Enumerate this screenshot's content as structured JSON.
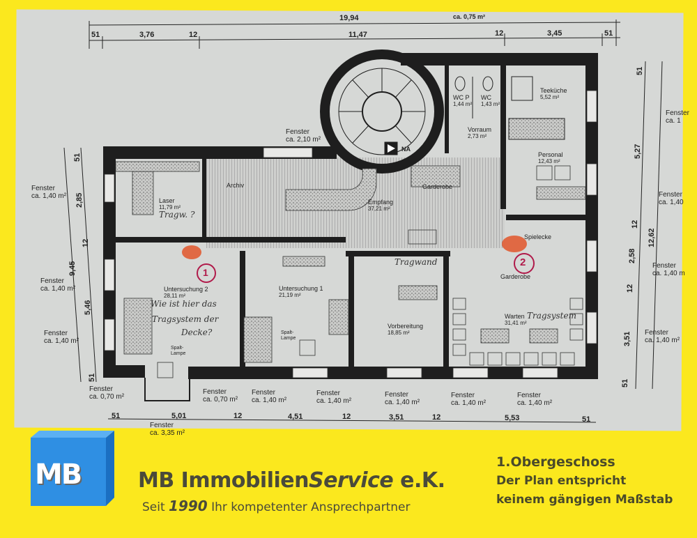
{
  "floorplan": {
    "title": "1.Obergeschoss",
    "dimensions_top": {
      "total": "19,94",
      "window_note": "ca. 0,75 m²",
      "segments": [
        "51",
        "3,76",
        "12",
        "11,47",
        "12",
        "3,45",
        "51"
      ]
    },
    "dimensions_left": {
      "total": "9,45",
      "segments": [
        "51",
        "2,85",
        "12",
        "5,46",
        "51"
      ]
    },
    "dimensions_right": {
      "total": "12,62",
      "segments": [
        "51",
        "5,27",
        "12",
        "2,58",
        "12",
        "3,51",
        "51"
      ]
    },
    "dimensions_bottom": {
      "segments": [
        "51",
        "5,01",
        "12",
        "4,51",
        "12",
        "3,51",
        "12",
        "5,53",
        "51"
      ]
    },
    "windows": {
      "top_center": {
        "label": "Fenster",
        "area": "ca. 2,10 m²"
      },
      "left": [
        {
          "label": "Fenster",
          "area": "ca. 1,40 m²"
        },
        {
          "label": "Fenster",
          "area": "ca. 1,40 m²"
        },
        {
          "label": "Fenster",
          "area": "ca. 1,40 m²"
        }
      ],
      "right": [
        {
          "label": "Fenster",
          "area": "ca. 1"
        },
        {
          "label": "Fenster",
          "area": "ca. 1,40"
        },
        {
          "label": "Fenster",
          "area": "ca. 1,40 m"
        },
        {
          "label": "Fenster",
          "area": "ca. 1,40 m²"
        }
      ],
      "bottom": [
        {
          "label": "Fenster",
          "area": "ca. 0,70 m²"
        },
        {
          "label": "Fenster",
          "area": "ca. 0,70 m²"
        },
        {
          "label": "Fenster",
          "area": "ca. 1,40 m²"
        },
        {
          "label": "Fenster",
          "area": "ca. 1,40 m²"
        },
        {
          "label": "Fenster",
          "area": "ca. 1,40 m²"
        },
        {
          "label": "Fenster",
          "area": "ca. 1,40 m²"
        },
        {
          "label": "Fenster",
          "area": "ca. 1,40 m²"
        }
      ],
      "bay": {
        "label": "Fenster",
        "area": "ca. 3,35 m²"
      }
    },
    "rooms": [
      {
        "name": "Laser",
        "area": "11,79 m²"
      },
      {
        "name": "Archiv",
        "area": ""
      },
      {
        "name": "Empfang",
        "area": "37,21 m²"
      },
      {
        "name": "Garderobe",
        "area": ""
      },
      {
        "name": "WC P",
        "area": "1,44 m²"
      },
      {
        "name": "WC",
        "area": "1,43 m²"
      },
      {
        "name": "Vorraum",
        "area": "2,73 m²"
      },
      {
        "name": "Teeküche",
        "area": "5,52 m²"
      },
      {
        "name": "Personal",
        "area": "12,43 m²"
      },
      {
        "name": "Spielecke",
        "area": ""
      },
      {
        "name": "Garderobe",
        "area": ""
      },
      {
        "name": "Warten",
        "area": "31,41 m²"
      },
      {
        "name": "Vorbereitung",
        "area": "18,85 m²"
      },
      {
        "name": "Untersuchung 1",
        "area": "21,19 m²"
      },
      {
        "name": "Untersuchung 2",
        "area": "28,11 m²"
      }
    ],
    "labels": {
      "na": "NA",
      "spalt_lampe_1": "Spalt-Lampe",
      "spalt_lampe_2": "Spalt-Lampe"
    },
    "annotations": {
      "marker_1": "1",
      "marker_2": "2",
      "hand_laser": "Tragw. ?",
      "hand_question_line1": "Wie ist hier das",
      "hand_question_line2": "Tragsystem der",
      "hand_question_line3": "Decke?",
      "hand_wall": "Tragwand",
      "hand_warten": "Tragsystem"
    },
    "colors": {
      "background": "#fbe81e",
      "paper": "#d6d8d6",
      "wall": "#1e1e1e",
      "marker_red": "#e2562a",
      "circle_ink": "#b01a4a",
      "logo_blue": "#2f8fe3",
      "text_dark": "#4a4a3a"
    }
  },
  "footer": {
    "logo_text": "MB",
    "company_prefix": "MB Immobilien",
    "company_italic": "Service",
    "company_suffix": " e.K.",
    "tagline_prefix": "Seit ",
    "tagline_year": "1990",
    "tagline_suffix": " Ihr kompetenter Ansprechpartner",
    "note_line1": "1.Obergeschoss",
    "note_line2": "Der Plan entspricht",
    "note_line3": "keinem gängigen Maßstab"
  }
}
